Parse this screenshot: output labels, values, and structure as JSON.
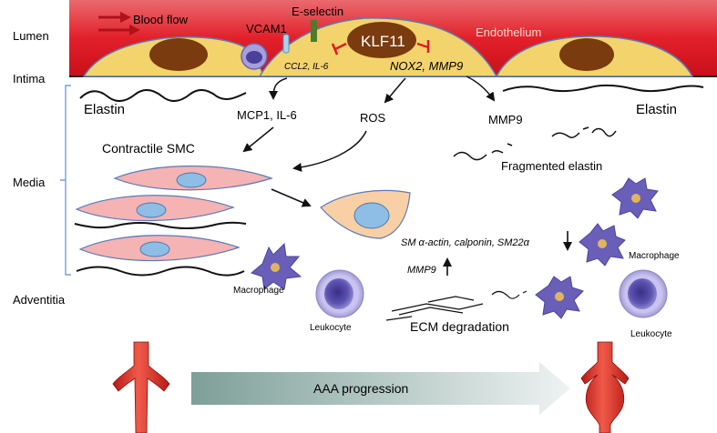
{
  "labels": {
    "lumen": "Lumen",
    "intima": "Intima",
    "media": "Media",
    "adventitia": "Adventitia",
    "blood_flow": "Blood flow",
    "e_selectin": "E-selectin",
    "vcam1": "VCAM1",
    "klf11": "KLF11",
    "endothelium": "Endothelium",
    "ccl2_il6": "CCL2, IL-6",
    "nox2_mmp9": "NOX2, MMP9",
    "elastin_left": "Elastin",
    "elastin_right": "Elastin",
    "mcp1_il6": "MCP1, IL-6",
    "ros": "ROS",
    "mmp9": "MMP9",
    "contractile_smc": "Contractile SMC",
    "fragmented_elastin": "Fragmented elastin",
    "sm_markers": "SM α-actin, calponin, SM22α",
    "mmp9_italic": "MMP9",
    "macrophage_left": "Macrophage",
    "macrophage_right": "Macrophage",
    "leukocyte_left": "Leukocyte",
    "leukocyte_right": "Leukocyte",
    "ecm_degradation": "ECM degradation",
    "aaa_progression": "AAA progression"
  },
  "colors": {
    "lumen_red": "#e2202a",
    "endothelial_cell": "#f3d36b",
    "nucleus_brown": "#7a3b0e",
    "smc_pink": "#f5b3b3",
    "smc_nucleus": "#8ebde6",
    "synthetic_smc": "#f9cfa5",
    "macrophage": "#6a5fb8",
    "leukocyte": "#5a4da8",
    "inhibit_red": "#e21b23",
    "media_bracket": "#5b8fd6",
    "progress_arrow": "#8fb0a8"
  },
  "icons": {
    "blood_flow": "double-red-arrow-icon",
    "inhibition": "inhibition-bar-icon",
    "upregulation": "up-arrow-icon",
    "downregulation": "down-arrow-icon",
    "aorta_normal": "normal-aorta-icon",
    "aorta_aneurysm": "aneurysm-aorta-icon"
  }
}
